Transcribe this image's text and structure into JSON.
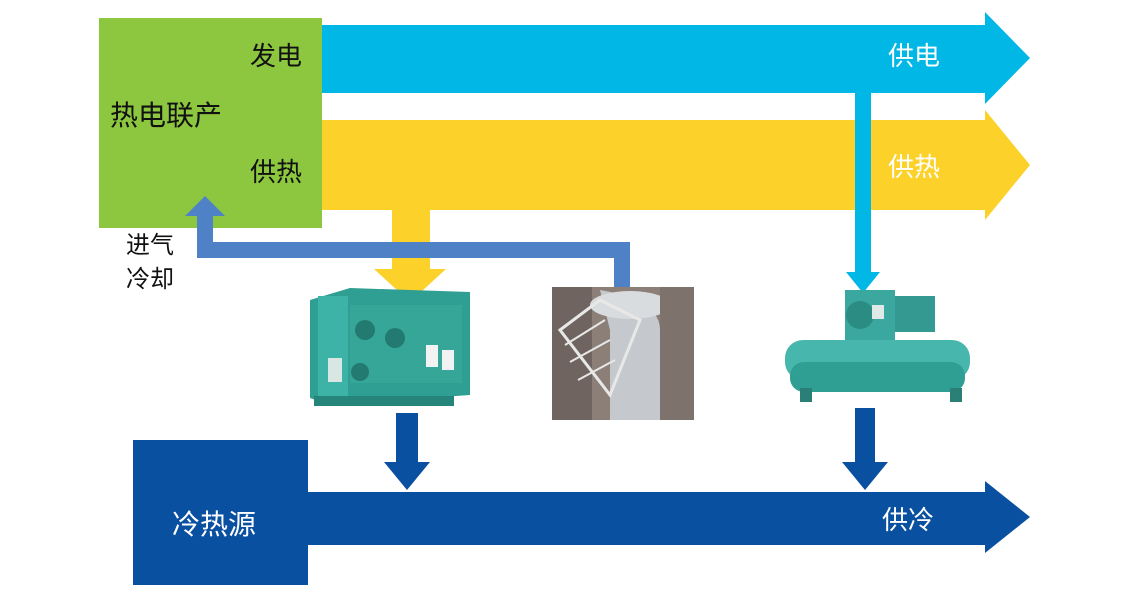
{
  "chp": {
    "label": "热电联产",
    "power_out": "发电",
    "heat_out": "供热"
  },
  "flows": {
    "power": {
      "label": "供电"
    },
    "heat": {
      "label": "供热"
    },
    "cooling": {
      "label": "供冷"
    }
  },
  "intake": {
    "line1": "进气",
    "line2": "冷却"
  },
  "cold_heat_source": {
    "label": "冷热源"
  },
  "equipment": [
    {
      "name": "absorption-chiller"
    },
    {
      "name": "storage-tank"
    },
    {
      "name": "electric-chiller"
    }
  ],
  "colors": {
    "chp_box": "#8dc63f",
    "power": "#00b7e6",
    "heat": "#fcd12a",
    "cooling": "#0a50a1",
    "intake_pipe": "#4f81c7"
  }
}
